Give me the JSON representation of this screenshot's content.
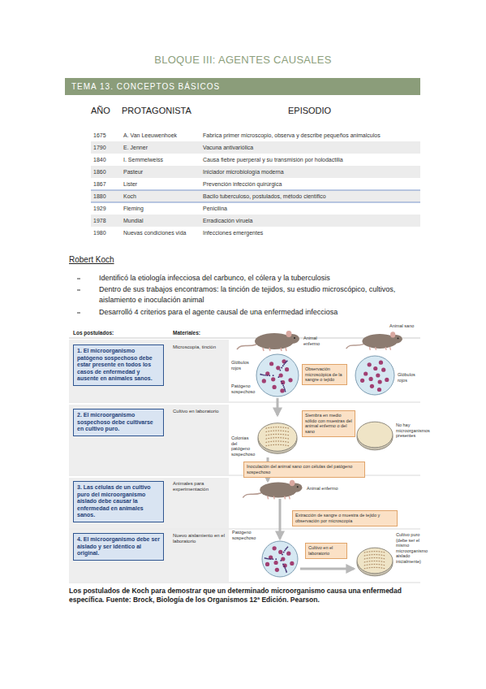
{
  "diagram": {
    "title": "BLOQUE III: AGENTES CAUSALES",
    "caption": "Los postulados de Koch para demostrar que un determinado microorganismo causa una enfermedad específica. Fuente: Brock, Biología de los Organismos 12ª Edición. Pearson.",
    "nodes": [
      {
        "text": [
          "TEMA 13. CONCEPTOS BÁSICOS"
        ]
      },
      {
        "text": [
          "1. El microorganismo patógeno sospechoso debe estar presente en todos los casos de enfermedad y ausente en animales sanos."
        ]
      },
      {
        "text": [
          "2. El microorganismo sospechoso debe cultivarse en cultivo puro."
        ]
      },
      {
        "text": [
          "3. Las células de un cultivo puro del microorganismo aislado debe causar la enfermedad en animales sanos."
        ]
      },
      {
        "text": [
          "4. El microorganismo debe ser aislado y ser idéntico al original."
        ]
      },
      {
        "text": [
          "Observación microscópica de la sangre o tejido"
        ]
      },
      {
        "text": [
          "Siembra en medio sólido con muestras del animal enfermo o del sano"
        ]
      },
      {
        "text": [
          "Inoculación del animal sano con células del patógeno sospechoso"
        ]
      },
      {
        "text": [
          "Extracción de sangre o muestra de tejido y observación por microscopía"
        ]
      },
      {
        "text": [
          "Cultivo en el laboratorio"
        ]
      }
    ],
    "labels": [
      "AÑO",
      "PROTAGONISTA",
      "EPISODIO",
      "1675",
      "A. Van Leeuwenhoek",
      "Fabrica primer microscopio, observa y describe pequeños animalculos",
      "1790",
      "E. Jenner",
      "Vacuna antivariólica",
      "1840",
      "I. Semmelweiss",
      "Causa fiebre puerperal y su transmisión por holodactilia",
      "1860",
      "Pasteur",
      "Iniciador microbiología moderna",
      "1867",
      "Lister",
      "Prevención infección quirúrgica",
      "1880",
      "Koch",
      "Bacilo tuberculoso, postulados, método científico",
      "1929",
      "Fleming",
      "Penicilina",
      "1978",
      "Mundial",
      "Erradicación viruela",
      "1980",
      "Nuevas condiciones vida",
      "Infecciones emergentes",
      "Robert Koch",
      "Identificó la etiología infecciosa del carbunco, el cólera y la tuberculosis",
      "Dentro de sus trabajos encontramos: la tinción de tejidos, su estudio microscópico, cultivos, aislamiento e inoculación animal",
      "Desarrolló 4 criterios para el agente causal de una enfermedad infecciosa",
      "Los postulados:",
      "Materiales:",
      "Microscopía, tinción",
      "Cultivo en laboratorio",
      "Animales para experimentación",
      "Nuevo aislamiento en el laboratorio",
      "Animal enfermo",
      "Animal sano",
      "Glóbulos rojos",
      "Glóbulos rojos",
      "Patógeno sospechoso",
      "Colonias del patógeno sospechoso",
      "No hay microorganismos presentes",
      "Animal enfermo",
      "Patógeno sospechoso",
      "Cultivo puro (debe ser el mismo microorganismo aislado inicialmente)"
    ]
  }
}
